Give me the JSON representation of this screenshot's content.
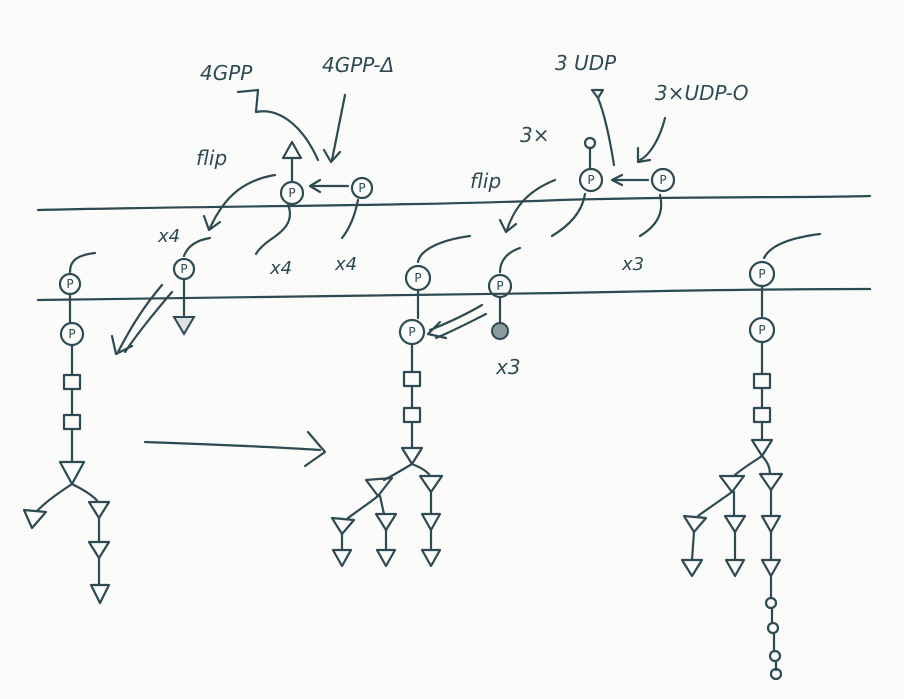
{
  "labels": {
    "gpp_released": "4GPP",
    "gpp_input": "4GPP-Δ",
    "udp_released": "3 UDP",
    "udp_input": "3×UDP-O",
    "flip_left": "flip",
    "flip_right": "flip",
    "x4_top": "x4",
    "x4_bottom_a": "x4",
    "x4_bottom_b": "x4",
    "x3_top": "3×",
    "x3_mid": "x3",
    "x3_bottom": "x3",
    "phosphate": "P"
  },
  "colors": {
    "ink": "#2e4a52",
    "paper": "#fbfbfa"
  }
}
